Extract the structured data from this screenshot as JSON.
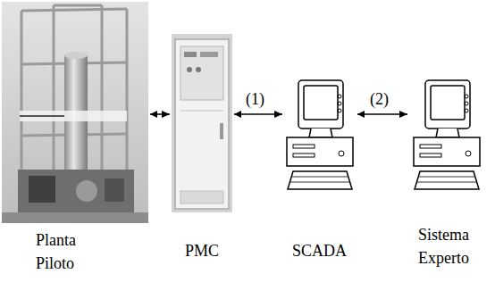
{
  "diagram": {
    "nodes": [
      {
        "text": [
          "Planta Piloto"
        ]
      },
      {
        "text": [
          "PMC"
        ]
      },
      {
        "text": [
          "SCADA"
        ]
      },
      {
        "text": [
          "Sistema Experto"
        ]
      }
    ],
    "edges": [
      {
        "from": 0,
        "to": 1,
        "arrow": "both"
      },
      {
        "from": 1,
        "to": 2,
        "label": "(1)",
        "arrow": "both"
      },
      {
        "from": 2,
        "to": 3,
        "label": "(2)",
        "arrow": "both"
      }
    ]
  }
}
